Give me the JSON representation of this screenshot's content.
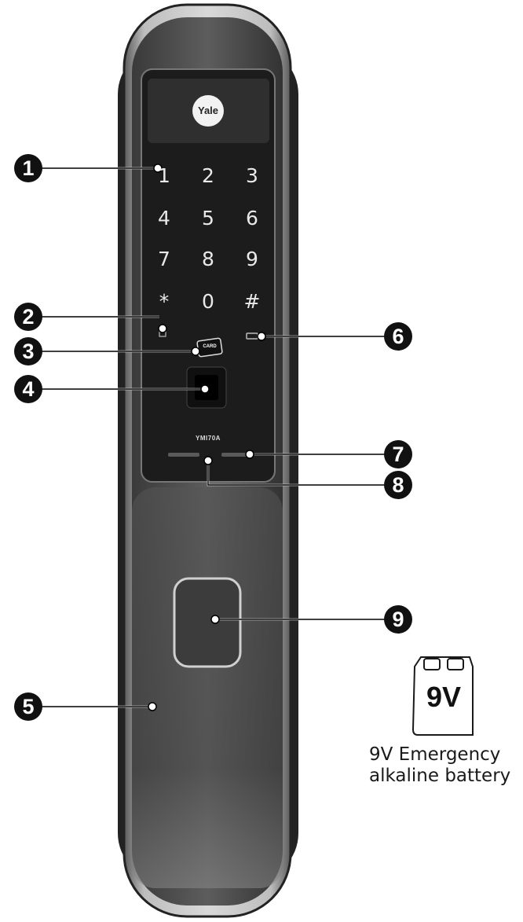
{
  "brand_logo": "Yale",
  "model_label": "YMI70A",
  "card_label": "CARD",
  "keypad": {
    "keys": [
      "1",
      "2",
      "3",
      "4",
      "5",
      "6",
      "7",
      "8",
      "9",
      "*",
      "0",
      "#"
    ]
  },
  "callouts": [
    "1",
    "2",
    "3",
    "4",
    "5",
    "6",
    "7",
    "8",
    "9"
  ],
  "battery": {
    "label": "9V",
    "caption_line1": "9V Emergency",
    "caption_line2": "alkaline battery"
  },
  "colors": {
    "body": "#4a4a4a",
    "bezel": "#8c8c8c",
    "glass": "#1c1c1c",
    "callout": "#111111"
  }
}
